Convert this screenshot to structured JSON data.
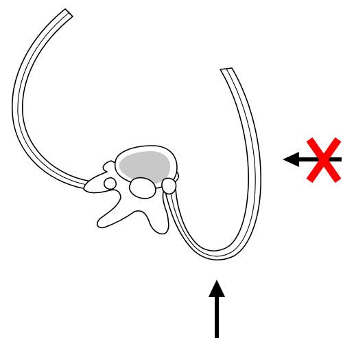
{
  "diagram": {
    "subject": "thoracic-vertebra-with-ribs",
    "colors": {
      "outline": "#000000",
      "bone_fill": "#ffffff",
      "vertebral_body_fill": "#c8c8c8",
      "blocked_mark": "#ff0000",
      "arrow": "#000000"
    },
    "arrows": [
      {
        "id": "force-from-below",
        "direction": "up",
        "blocked": false
      },
      {
        "id": "force-from-right",
        "direction": "left",
        "blocked": true
      }
    ],
    "icons": {
      "blocked": "red-x-cross-icon"
    }
  }
}
